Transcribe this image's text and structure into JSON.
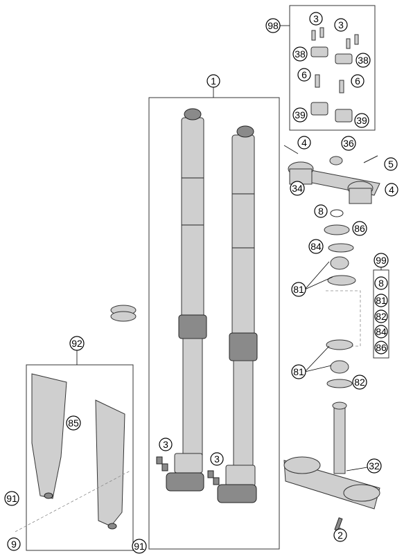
{
  "callouts": {
    "c1": "1",
    "c2": "2",
    "c3a": "3",
    "c3b": "3",
    "c3c": "3",
    "c3d": "3",
    "c4a": "4",
    "c4b": "4",
    "c5": "5",
    "c6a": "6",
    "c6b": "6",
    "c8a": "8",
    "c8b": "8",
    "c9": "9",
    "c32": "32",
    "c34": "34",
    "c36": "36",
    "c38a": "38",
    "c38b": "38",
    "c39a": "39",
    "c39b": "39",
    "c81a": "81",
    "c81b": "81",
    "c81c": "81",
    "c82a": "82",
    "c82b": "82",
    "c84a": "84",
    "c84b": "84",
    "c85": "85",
    "c86a": "86",
    "c86b": "86",
    "c91a": "91",
    "c91b": "91",
    "c92": "92",
    "c98": "98",
    "c99": "99"
  },
  "kit_99_list": [
    "8",
    "81",
    "82",
    "84",
    "86"
  ]
}
